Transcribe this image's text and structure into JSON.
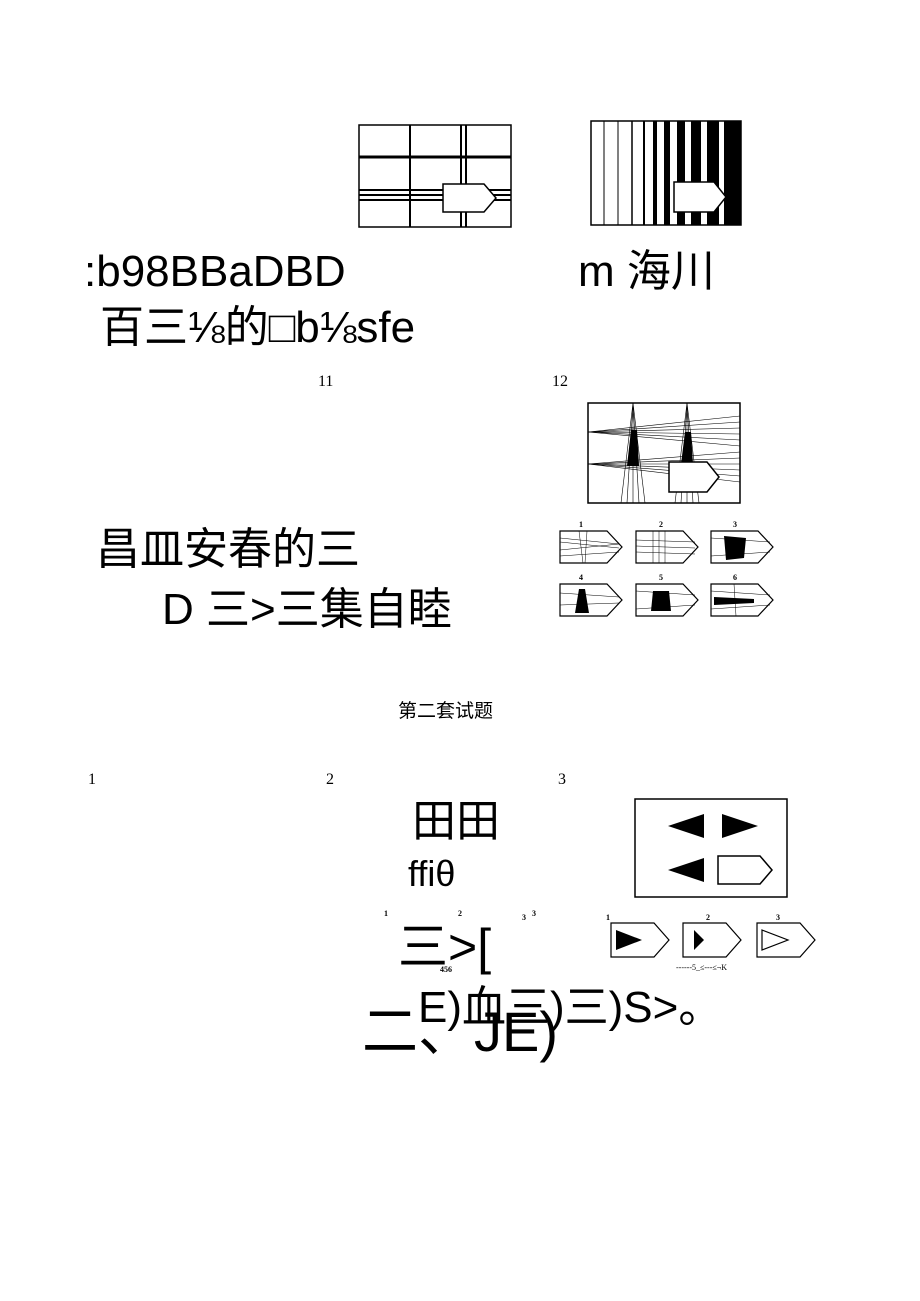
{
  "section1": {
    "line1_left": ":b98BBaDBD",
    "line1_right": "m 海川",
    "line2": "百三⅛的□b⅛sfe",
    "q11": "11",
    "q12": "12",
    "line3": "昌皿安春的三",
    "line4": "D 三>三集自睦",
    "options12": [
      "1",
      "2",
      "3",
      "4",
      "5",
      "6"
    ]
  },
  "section2": {
    "title": "第二套试题",
    "q1": "1",
    "q2": "2",
    "q3": "3",
    "q2_text1": "田田",
    "q2_text2": "ffiθ",
    "q2_text3": "三>[",
    "q2_small_1": "1",
    "q2_small_2": "2",
    "q2_small_3": "3",
    "q2_small_3b": "3",
    "q2_small_456": "456",
    "q2_text4": "E)血三)三)S>。",
    "q2_text5": "二、JE)",
    "q3_options": [
      "1",
      "2",
      "3"
    ],
    "q3_small_row": "------5_≤---≤¬K"
  }
}
